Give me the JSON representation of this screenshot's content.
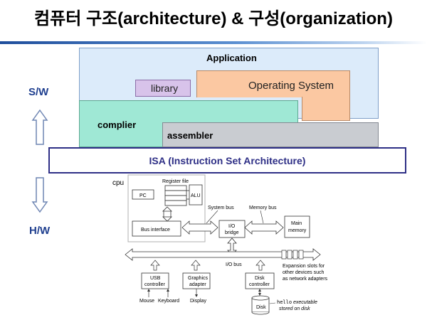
{
  "title": "컴퓨터 구조(architecture) & 구성(organization)",
  "layers": {
    "application": "Application",
    "library": "library",
    "operating_system": "Operating System",
    "compiler": "complier",
    "assembler": "assembler",
    "isa": "ISA (Instruction Set Architecture)"
  },
  "side_labels": {
    "software": "S/W",
    "hardware": "H/W"
  },
  "hw_diagram": {
    "cpu": "cpu",
    "register_file": "Register file",
    "pc": "PC",
    "alu": "ALU",
    "bus_interface": "Bus interface",
    "system_bus": "System bus",
    "memory_bus": "Memory bus",
    "io_bridge_1": "I/O",
    "io_bridge_2": "bridge",
    "main_memory_1": "Main",
    "main_memory_2": "memory",
    "io_bus": "I/O bus",
    "expansion_1": "Expansion slots for",
    "expansion_2": "other devices such",
    "expansion_3": "as network adapters",
    "usb_1": "USB",
    "usb_2": "controller",
    "graphics_1": "Graphics",
    "graphics_2": "adapter",
    "disk_ctrl_1": "Disk",
    "disk_ctrl_2": "controller",
    "mouse": "Mouse",
    "keyboard": "Keyboard",
    "display": "Display",
    "disk": "Disk",
    "hello_word": "hello",
    "hello_rest": " executable",
    "stored": "stored on disk"
  }
}
